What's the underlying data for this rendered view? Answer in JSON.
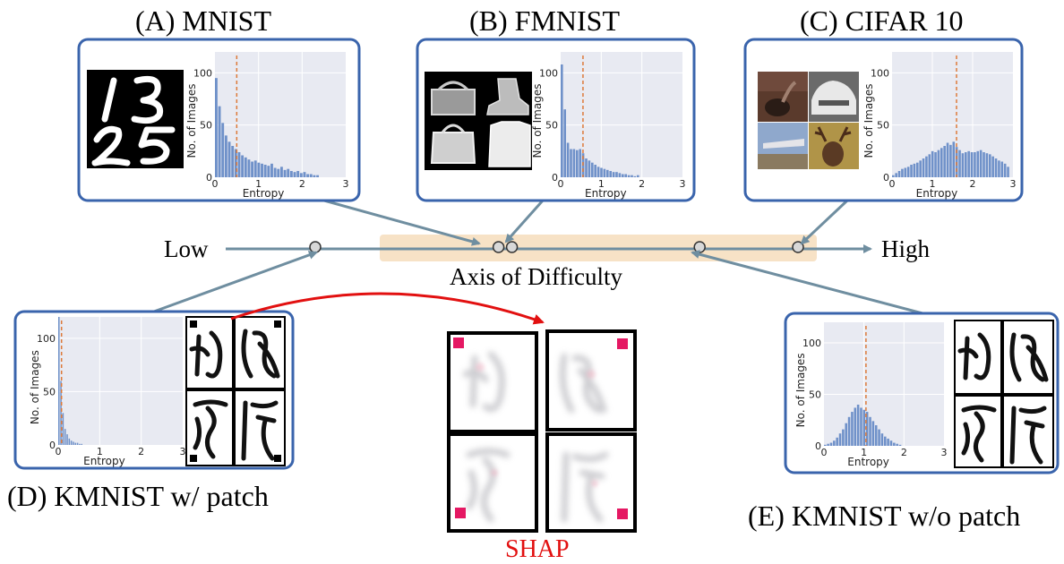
{
  "axis": {
    "low_label": "Low",
    "high_label": "High",
    "title": "Axis of Difficulty",
    "points": [
      0.0,
      0.41,
      0.44,
      0.86,
      1.08
    ]
  },
  "shap_label": "SHAP",
  "colors": {
    "panel_border": "#3a64ac",
    "bar": "#6f91c9",
    "plot_bg": "#e8eaf2",
    "median_line": "#dd7a3a",
    "axis_line": "#6f8ea0",
    "axis_band": "#f7e2c6",
    "shap_label": "#e21010",
    "shap_arrow": "#e21010",
    "shap_mark": "#e51863"
  },
  "panels": [
    {
      "id": "A",
      "title": "(A) MNIST",
      "images": "handwritten digits 1, 3, 2, 5",
      "digits": [
        "1",
        "3",
        "2",
        "5"
      ],
      "xlabel": "Entropy",
      "ylabel": "No. of Images",
      "x_ticks": [
        "0",
        "1",
        "2",
        "3"
      ],
      "y_ticks": [
        "0",
        "50",
        "100"
      ],
      "median": 0.5
    },
    {
      "id": "B",
      "title": "(B) FMNIST",
      "images": "bag, ankle boot, handbag, shirt",
      "xlabel": "Entropy",
      "ylabel": "No. of Images",
      "x_ticks": [
        "0",
        "1",
        "2",
        "3"
      ],
      "y_ticks": [
        "0",
        "50",
        "100"
      ],
      "median": 0.55
    },
    {
      "id": "C",
      "title": "(C) CIFAR 10",
      "images": "ostrich, car, airplane, deer",
      "xlabel": "Entropy",
      "ylabel": "No. of Images",
      "x_ticks": [
        "0",
        "1",
        "2",
        "3"
      ],
      "y_ticks": [
        "0",
        "50",
        "100"
      ],
      "median": 1.6
    },
    {
      "id": "D",
      "title": "(D) KMNIST w/ patch",
      "images": "kuzushiji characters with corner patch",
      "xlabel": "Entropy",
      "ylabel": "No. of Images",
      "x_ticks": [
        "0",
        "1",
        "2",
        "3"
      ],
      "y_ticks": [
        "0",
        "50",
        "100"
      ],
      "median": 0.08
    },
    {
      "id": "E",
      "title": "(E) KMNIST w/o patch",
      "images": "kuzushiji characters without patch",
      "xlabel": "Entropy",
      "ylabel": "No. of Images",
      "x_ticks": [
        "0",
        "1",
        "2",
        "3"
      ],
      "y_ticks": [
        "0",
        "50",
        "100"
      ],
      "median": 1.05
    }
  ],
  "chart_data": [
    {
      "type": "bar",
      "panel": "A",
      "xlabel": "Entropy",
      "ylabel": "No. of Images",
      "xlim": [
        0,
        3
      ],
      "ylim": [
        0,
        120
      ],
      "bin_width": 0.075,
      "values": [
        95,
        68,
        52,
        40,
        34,
        30,
        27,
        24,
        21,
        19,
        17,
        15,
        16,
        14,
        13,
        12,
        11,
        13,
        9,
        8,
        10,
        7,
        8,
        6,
        5,
        6,
        4,
        5,
        3,
        3,
        2,
        2
      ],
      "median": 0.5
    },
    {
      "type": "bar",
      "panel": "B",
      "xlabel": "Entropy",
      "ylabel": "No. of Images",
      "xlim": [
        0,
        3
      ],
      "ylim": [
        0,
        120
      ],
      "bin_width": 0.075,
      "values": [
        108,
        65,
        33,
        27,
        27,
        26,
        27,
        23,
        18,
        16,
        14,
        12,
        10,
        9,
        8,
        7,
        6,
        5,
        5,
        4,
        3,
        3,
        2,
        2,
        1,
        2
      ],
      "median": 0.55
    },
    {
      "type": "bar",
      "panel": "C",
      "xlabel": "Entropy",
      "ylabel": "No. of Images",
      "xlim": [
        0,
        3
      ],
      "ylim": [
        0,
        120
      ],
      "bin_width": 0.075,
      "values": [
        2,
        4,
        6,
        8,
        9,
        10,
        12,
        13,
        14,
        16,
        18,
        20,
        22,
        25,
        24,
        26,
        28,
        30,
        33,
        31,
        34,
        29,
        26,
        23,
        24,
        25,
        24,
        24,
        25,
        26,
        24,
        23,
        22,
        20,
        18,
        16,
        15,
        13,
        10
      ],
      "median": 1.6
    },
    {
      "type": "bar",
      "panel": "D",
      "xlabel": "Entropy",
      "ylabel": "No. of Images",
      "xlim": [
        0,
        3
      ],
      "ylim": [
        0,
        120
      ],
      "bin_width": 0.05,
      "values": [
        120,
        60,
        30,
        15,
        10,
        6,
        4,
        3,
        2,
        2,
        1,
        1
      ],
      "median": 0.08
    },
    {
      "type": "bar",
      "panel": "E",
      "xlabel": "Entropy",
      "ylabel": "No. of Images",
      "xlim": [
        0,
        3
      ],
      "ylim": [
        0,
        120
      ],
      "bin_width": 0.075,
      "values": [
        1,
        2,
        3,
        5,
        8,
        12,
        16,
        22,
        28,
        33,
        37,
        40,
        37,
        35,
        33,
        28,
        24,
        20,
        16,
        12,
        9,
        7,
        5,
        3,
        2,
        1
      ],
      "median": 1.05
    }
  ]
}
